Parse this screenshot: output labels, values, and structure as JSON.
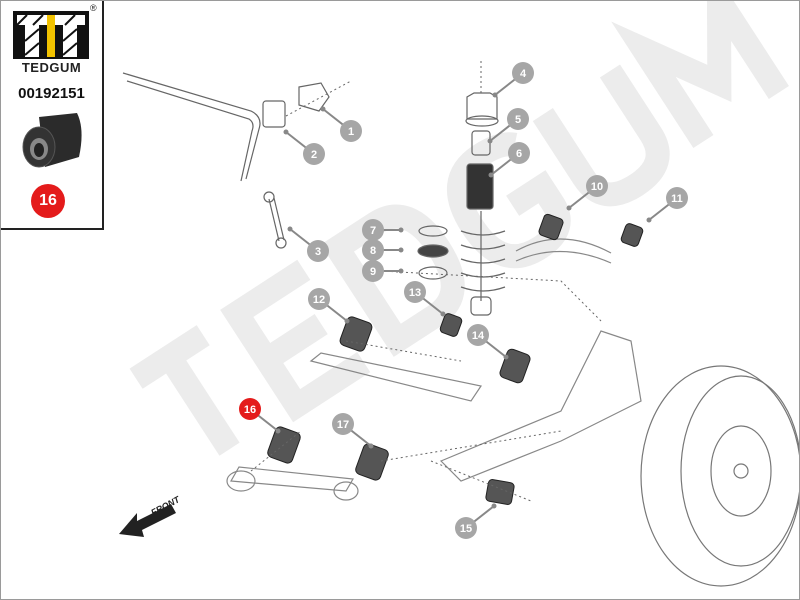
{
  "brand": {
    "name": "TEDGUM",
    "registered_mark": "®"
  },
  "part_number": "00192151",
  "selected_callout": "16",
  "watermark": "TEDGUM",
  "front_label": "FRONT",
  "callouts": [
    {
      "label": "1"
    },
    {
      "label": "2"
    },
    {
      "label": "3"
    },
    {
      "label": "4"
    },
    {
      "label": "5"
    },
    {
      "label": "6"
    },
    {
      "label": "7"
    },
    {
      "label": "8"
    },
    {
      "label": "9"
    },
    {
      "label": "10"
    },
    {
      "label": "11"
    },
    {
      "label": "12"
    },
    {
      "label": "13"
    },
    {
      "label": "14"
    },
    {
      "label": "15"
    },
    {
      "label": "16"
    },
    {
      "label": "17"
    }
  ],
  "colors": {
    "callout_grey": "#a6a6a6",
    "callout_selected": "#e41b1b",
    "logo_yellow": "#f2c300",
    "line": "#555555"
  }
}
